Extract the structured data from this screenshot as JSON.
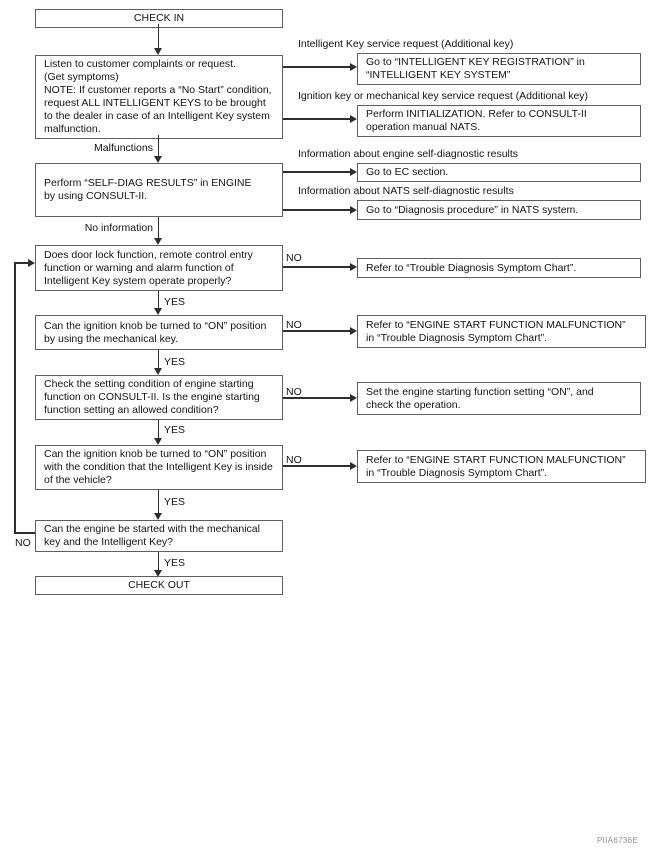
{
  "figure_code": "PIIA6736E",
  "boxes": {
    "check_in": "CHECK IN",
    "listen": "Listen to customer complaints or request.\n(Get symptoms)\nNOTE: If customer reports a “No Start” condition, request ALL INTELLIGENT KEYS to be brought to the dealer in case of an Intelligent Key system malfunction.",
    "self_diag": "Perform “SELF-DIAG RESULTS” in ENGINE\nby using CONSULT-II.",
    "door_lock": "Does door lock function, remote control entry function or warning and alarm function of Intelligent Key system operate properly?",
    "ignition_mech": "Can the ignition knob be turned to “ON” position by using the mechanical key.",
    "setting_condition": "Check the setting condition of engine starting function on CONSULT-II. Is the engine starting function setting an allowed condition?",
    "ignition_inside": "Can the ignition knob be turned to “ON” position with the condition that the Intelligent Key is inside of the vehicle?",
    "engine_start": "Can the engine be started with the mechanical key and the Intelligent Key?",
    "check_out": "CHECK OUT",
    "go_registration": "Go to “INTELLIGENT KEY REGISTRATION” in\n“INTELLIGENT KEY SYSTEM”",
    "perform_init": "Perform INITIALIZATION. Refer to CONSULT-II\noperation manual NATS.",
    "go_ec": "Go to EC section.",
    "go_nats": "Go to “Diagnosis procedure” in NATS system.",
    "refer_symptom": "Refer to “Trouble Diagnosis Symptom Chart”.",
    "refer_engine_start_1": "Refer to “ENGINE START FUNCTION MALFUNCTION”\nin “Trouble Diagnosis Symptom Chart”.",
    "set_on": "Set the engine starting function setting “ON”, and\ncheck the operation.",
    "refer_engine_start_2": "Refer to “ENGINE START FUNCTION MALFUNCTION”\nin “Trouble Diagnosis Symptom Chart”."
  },
  "edge_labels": {
    "intelligent_key_request": "Intelligent Key service request (Additional key)",
    "ignition_key_request": "Ignition key or mechanical key service request (Additional key)",
    "malfunctions": "Malfunctions",
    "info_engine": "Information about engine self-diagnostic results",
    "info_nats": "Information about NATS self-diagnostic results",
    "no_information": "No information",
    "yes": "YES",
    "no": "NO"
  },
  "connections": [
    {
      "from": "check_in",
      "to": "listen",
      "label": ""
    },
    {
      "from": "listen",
      "to": "go_registration",
      "label": "Intelligent Key service request (Additional key)"
    },
    {
      "from": "listen",
      "to": "perform_init",
      "label": "Ignition key or mechanical key service request (Additional key)"
    },
    {
      "from": "listen",
      "to": "self_diag",
      "label": "Malfunctions"
    },
    {
      "from": "self_diag",
      "to": "go_ec",
      "label": "Information about engine self-diagnostic results"
    },
    {
      "from": "self_diag",
      "to": "go_nats",
      "label": "Information about NATS self-diagnostic results"
    },
    {
      "from": "self_diag",
      "to": "door_lock",
      "label": "No information"
    },
    {
      "from": "door_lock",
      "to": "refer_symptom",
      "label": "NO"
    },
    {
      "from": "door_lock",
      "to": "ignition_mech",
      "label": "YES"
    },
    {
      "from": "ignition_mech",
      "to": "refer_engine_start_1",
      "label": "NO"
    },
    {
      "from": "ignition_mech",
      "to": "setting_condition",
      "label": "YES"
    },
    {
      "from": "setting_condition",
      "to": "set_on",
      "label": "NO"
    },
    {
      "from": "setting_condition",
      "to": "ignition_inside",
      "label": "YES"
    },
    {
      "from": "ignition_inside",
      "to": "refer_engine_start_2",
      "label": "NO"
    },
    {
      "from": "ignition_inside",
      "to": "engine_start",
      "label": "YES"
    },
    {
      "from": "engine_start",
      "to": "door_lock",
      "label": "NO"
    },
    {
      "from": "engine_start",
      "to": "check_out",
      "label": "YES"
    }
  ],
  "colors": {
    "line": "#2e2e2e",
    "box_border": "#5f5f5f",
    "text": "#141414",
    "background": "#ffffff"
  }
}
